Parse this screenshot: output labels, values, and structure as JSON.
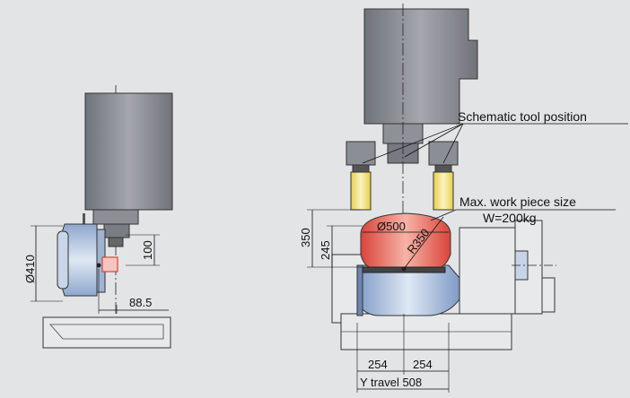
{
  "labels": {
    "tool_position": "Schematic tool position",
    "max_work_piece": "Max. work piece size",
    "weight": "W=200kg"
  },
  "dimensions": {
    "left_diameter": "Ø410",
    "left_height": "100",
    "left_offset": "88.5",
    "work_diameter": "Ø500",
    "work_radius": "R350",
    "height_350": "350",
    "height_245": "245",
    "y_half_left": "254",
    "y_half_right": "254",
    "y_travel": "Y travel 508"
  },
  "colors": {
    "background": "#e3e4e6",
    "spindle_gray": "#8d9096",
    "table_blue": "#a9bedb",
    "workpiece_red": "#e8665e",
    "tool_yellow": "#f0e27a"
  }
}
